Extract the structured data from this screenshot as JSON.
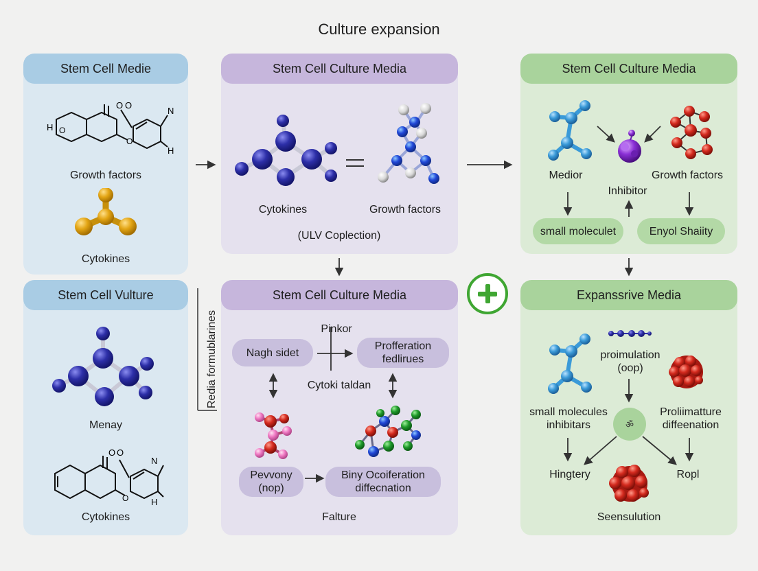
{
  "title": "Culture expansion",
  "vertical_label": "Redia formublarines",
  "panel_tl": {
    "header": "Stem Cell Medie",
    "label_growth": "Growth factors",
    "label_cytokines": "Cytokines"
  },
  "panel_bl": {
    "header": "Stem Cell Vulture",
    "label_menay": "Menay",
    "label_cytokines": "Cytokines"
  },
  "panel_tm": {
    "header": "Stem Cell Culture Media",
    "label_cytokines": "Cytokines",
    "label_growth": "Growth factors",
    "label_ulv": "(ULV Coplection)"
  },
  "panel_bm": {
    "header": "Stem Cell Culture Media",
    "label_pinkor": "Pinkor",
    "pill_nagh": "Nagh sidet",
    "pill_profferation": "Profferation\nfedlirues",
    "label_cytoki": "Cytoki taldan",
    "pill_pevvony": "Pevvony\n(nop)",
    "pill_biny": "Biny Ocoiferation\ndiffecnation",
    "label_falture": "Falture"
  },
  "panel_tr": {
    "header": "Stem Cell Culture Media",
    "label_medior": "Medior",
    "label_inhibitor": "Inhibitor",
    "label_growth": "Growth factors",
    "pill_small": "small moleculet",
    "pill_enyol": "Enyol Shaiity"
  },
  "panel_br": {
    "header": "Expanssrive Media",
    "label_proimulation": "proimulation\n(oop)",
    "label_small": "small molecules\ninhibitars",
    "label_proliimatture": "Proliimatture\ndiffeenation",
    "label_hingtery": "Hingtery",
    "label_ropl": "Ropl",
    "label_seensulution": "Seensulution"
  },
  "colors": {
    "blue_panel": "#dbe8f1",
    "purple_panel": "#e5e1ee",
    "green_panel": "#dcebd6",
    "navy_atom": "#2d2fa8",
    "sky_atom": "#3a9ad8",
    "gold_atom": "#e3a514",
    "red_atom": "#d42a1e",
    "plus_green": "#3fa632"
  }
}
